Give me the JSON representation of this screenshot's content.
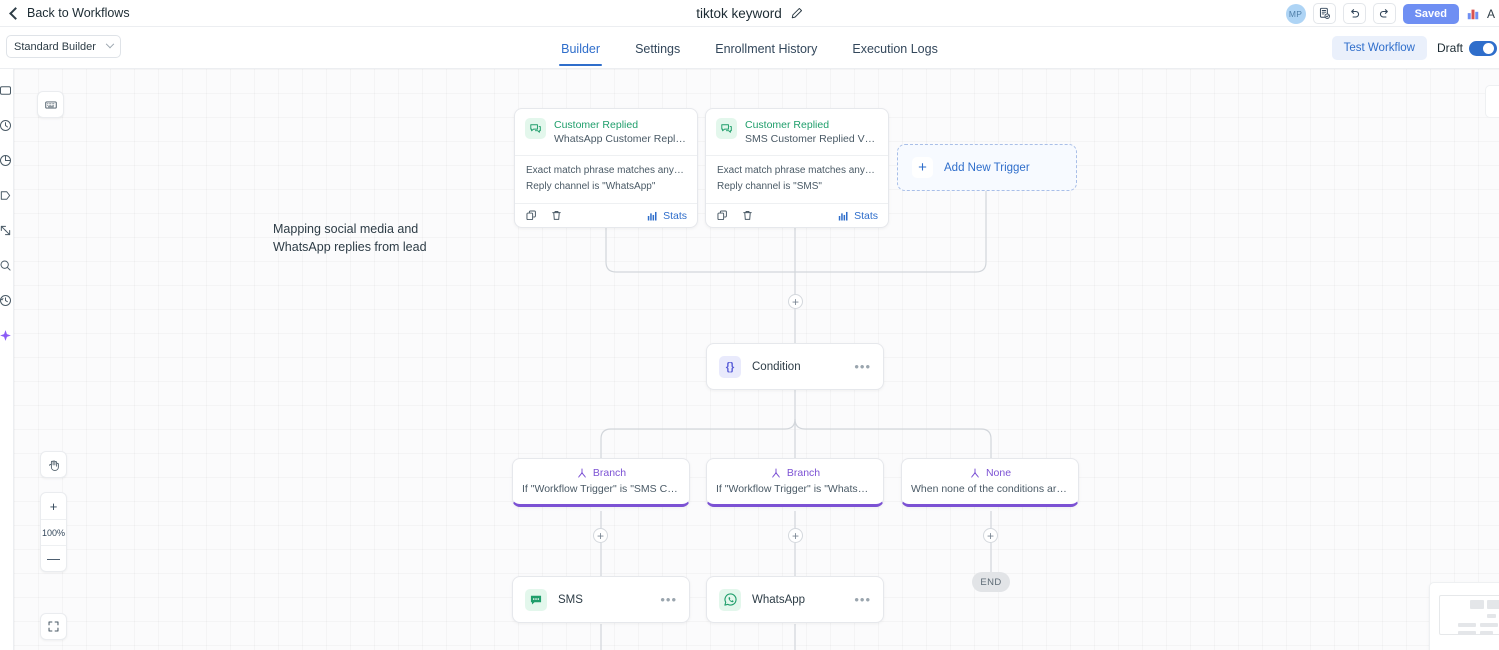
{
  "topbar": {
    "back_label": "Back to Workflows",
    "workflow_title": "tiktok keyword",
    "edit_icon": "pencil-icon",
    "avatar_initials": "MP",
    "notes_icon": "document-check-icon",
    "undo_icon": "undo-arrow-icon",
    "redo_icon": "redo-arrow-icon",
    "saved_label": "Saved",
    "chart_icon": "bar-chart-icon",
    "partial_label": "A"
  },
  "subbar": {
    "builder_select_value": "Standard Builder",
    "tabs": [
      {
        "label": "Builder",
        "active": true
      },
      {
        "label": "Settings",
        "active": false
      },
      {
        "label": "Enrollment History",
        "active": false
      },
      {
        "label": "Execution Logs",
        "active": false
      }
    ],
    "test_workflow_label": "Test Workflow",
    "draft_label": "Draft",
    "draft_enabled": true
  },
  "rail": {
    "icons": [
      "rectangle-node-icon",
      "clock-icon",
      "pie-chart-icon",
      "tag-icon",
      "share-arrow-icon",
      "search-icon",
      "history-icon",
      "ai-sparkle-icon"
    ]
  },
  "canvas": {
    "annotation": "Mapping social media and WhatsApp replies from lead",
    "minimap_toggle_icon": "minimap-icon",
    "hand_tool_icon": "hand-icon",
    "zoom_in_label": "+",
    "zoom_level": "100%",
    "zoom_out_label": "—",
    "fit_icon": "fit-screen-icon",
    "end_label": "END",
    "plus_label": "+"
  },
  "triggers": [
    {
      "icon": "chat-bubbles-icon",
      "title": "Customer Replied",
      "subtitle": "WhatsApp Customer Replied ...",
      "conditions": [
        "Exact match phrase matches any of \"V...",
        "Reply channel is \"WhatsApp\""
      ],
      "copy_icon": "copy-icon",
      "delete_icon": "trash-icon",
      "stats_icon": "bar-chart-icon",
      "stats_label": "Stats"
    },
    {
      "icon": "chat-bubbles-icon",
      "title": "Customer Replied",
      "subtitle": "SMS Customer Replied VERDE",
      "conditions": [
        "Exact match phrase matches any of \"V...",
        "Reply channel is \"SMS\""
      ],
      "copy_icon": "copy-icon",
      "delete_icon": "trash-icon",
      "stats_icon": "bar-chart-icon",
      "stats_label": "Stats"
    }
  ],
  "add_trigger": {
    "plus_icon": "plus-icon",
    "label": "Add New Trigger"
  },
  "condition_node": {
    "icon": "curly-braces-icon",
    "label": "Condition",
    "menu_icon": "ellipsis-icon"
  },
  "branches": [
    {
      "icon": "branch-fork-icon",
      "title": "Branch",
      "description": "If \"Workflow Trigger\" is \"SMS Custome..."
    },
    {
      "icon": "branch-fork-icon",
      "title": "Branch",
      "description": "If \"Workflow Trigger\" is \"WhatsApp Cu..."
    },
    {
      "icon": "branch-fork-icon",
      "title": "None",
      "description": "When none of the conditions are met"
    }
  ],
  "actions": [
    {
      "icon": "sms-icon",
      "label": "SMS",
      "menu_icon": "ellipsis-icon"
    },
    {
      "icon": "whatsapp-icon",
      "label": "WhatsApp",
      "menu_icon": "ellipsis-icon"
    }
  ],
  "colors": {
    "accent_blue": "#2f6ecb",
    "saved_blue": "#6f8ff3",
    "green": "#1f9e6b",
    "purple": "#7c52d4",
    "canvas_bg": "#fbfbfc"
  }
}
